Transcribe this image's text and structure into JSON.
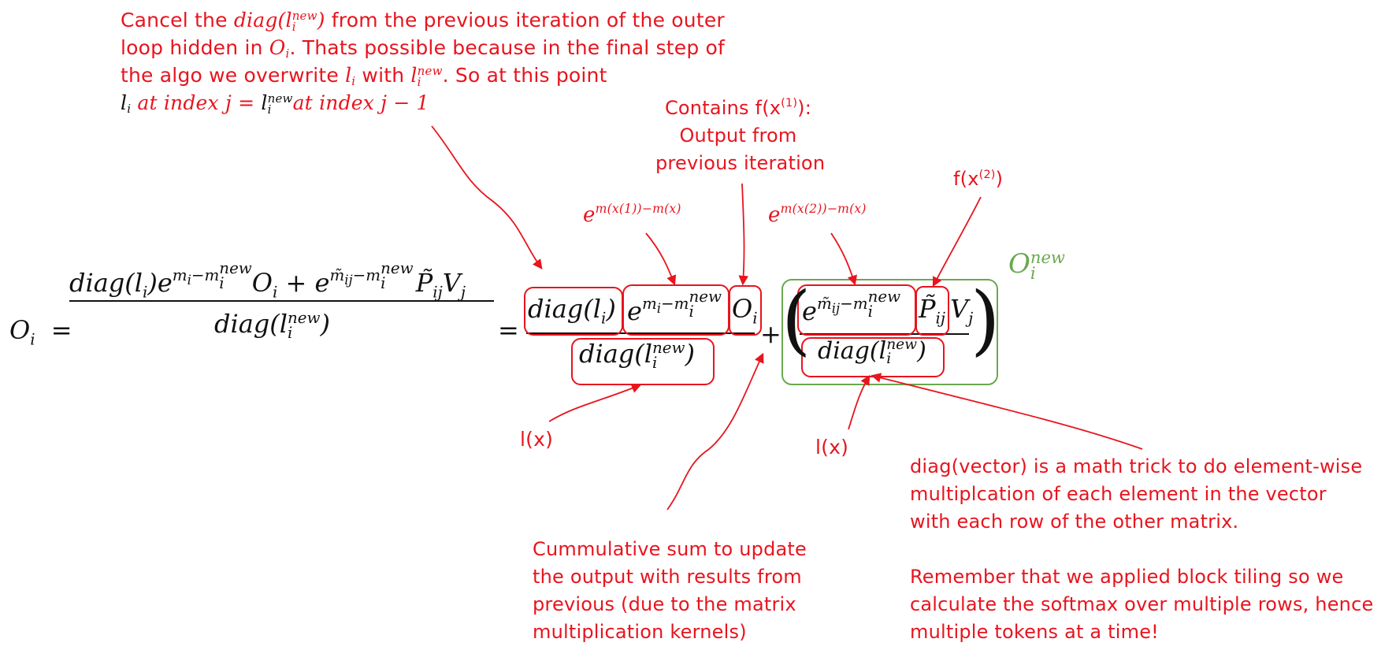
{
  "note_top": {
    "line1_a": "Cancel the ",
    "line1_math": "diag(l",
    "line1_math_sub": "i",
    "line1_math_sup": "new",
    "line1_math_close": ")",
    "line1_b": " from the previous iteration of the outer",
    "line2_a": "loop hidden in ",
    "line2_math": "O",
    "line2_math_sub": "i",
    "line2_b": ". Thats possible because in the final step of",
    "line3_a": "the algo we overwrite ",
    "line3_math1": "l",
    "line3_math1_sub": "i",
    "line3_mid": " with ",
    "line3_math2": "l",
    "line3_math2_sub": "i",
    "line3_math2_sup": "new",
    "line3_b": ". So at this point",
    "line4_math1": "l",
    "line4_math1_sub": "i",
    "line4_text1": " at index j = ",
    "line4_math2": "l",
    "line4_math2_sub": "i",
    "line4_math2_sup": "new",
    "line4_text2": "at index j − 1"
  },
  "note_contains": {
    "line1": "Contains f(x",
    "line1_sup": "(1)",
    "line1_end": "):",
    "line2": "Output from",
    "line3": "previous iteration"
  },
  "label_exp1": {
    "base": "e",
    "sup": "m(x(1))−m(x)"
  },
  "label_exp2": {
    "base": "e",
    "sup": "m(x(2))−m(x)"
  },
  "label_fx2": {
    "text": "f(x",
    "sup": "(2)",
    "end": ")"
  },
  "label_O_new": {
    "base": "O",
    "sub": "i",
    "sup": "new"
  },
  "label_lx_1": "l(x)",
  "label_lx_2": "l(x)",
  "note_cumulative": {
    "lines": [
      "Cummulative sum to update",
      "the output with results from",
      "previous (due to the matrix",
      "multiplication kernels)"
    ]
  },
  "note_diag": {
    "lines": [
      "diag(vector) is a math trick to do element-wise",
      "multiplcation of each element in the vector",
      "with each row of the other matrix.",
      "",
      "Remember that we applied block tiling so we",
      "calculate the softmax over multiple rows, hence",
      "multiple tokens at a time!"
    ]
  },
  "equation": {
    "lhs": "O",
    "lhs_sub": "i",
    "equals": "=",
    "num1_a": "diag(l",
    "num1_a_sub": "i",
    "num1_a_close": ")e",
    "num1_exp_a": "m",
    "num1_exp_a_sub": "i",
    "num1_exp_b": "−m",
    "num1_exp_b_sub": "i",
    "num1_exp_b_sup": "new",
    "num1_O": "O",
    "num1_O_sub": "i",
    "num1_plus": " + e",
    "num1_exp2_a": "m̃",
    "num1_exp2_a_sub": "ij",
    "num1_exp2_b": "−m",
    "num1_exp2_b_sub": "i",
    "num1_exp2_b_sup": "new",
    "num1_P": "P̃",
    "num1_P_sub": "ij",
    "num1_V": "V",
    "num1_V_sub": "j",
    "den1": "diag(l",
    "den1_sub": "i",
    "den1_sup": "new",
    "den1_close": ")",
    "equals2": "=",
    "plus": "+"
  },
  "colors": {
    "annotation": "#e8141e",
    "highlight_box": "#6aa84f",
    "ink": "#111111"
  }
}
